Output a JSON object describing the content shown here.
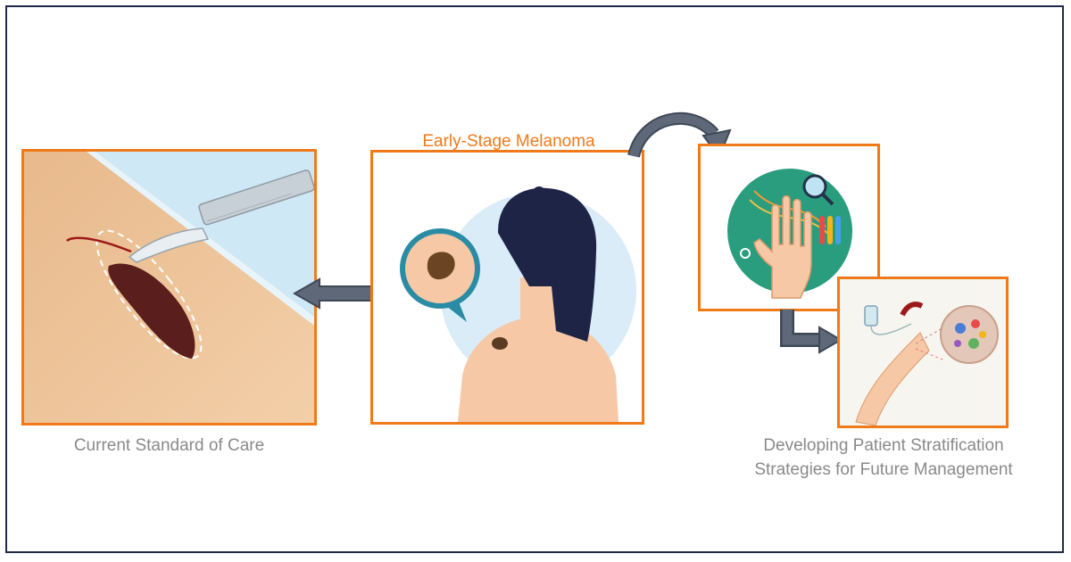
{
  "center": {
    "title": "Early-Stage Melanoma"
  },
  "left": {
    "caption": "Current Standard of Care"
  },
  "right": {
    "caption_line1": "Developing Patient Stratification",
    "caption_line2": "Strategies for Future Management"
  },
  "colors": {
    "panel_border": "#f07a1a",
    "frame": "#1f2a4a",
    "arrow": "#5e6878",
    "caption": "#8a8a8a"
  },
  "icons": [
    "scalpel-icon",
    "mole-icon",
    "woman-back-icon",
    "hand-research-icon",
    "magnifier-icon",
    "test-tubes-icon",
    "iv-drip-icon",
    "tumor-cell-icon"
  ]
}
